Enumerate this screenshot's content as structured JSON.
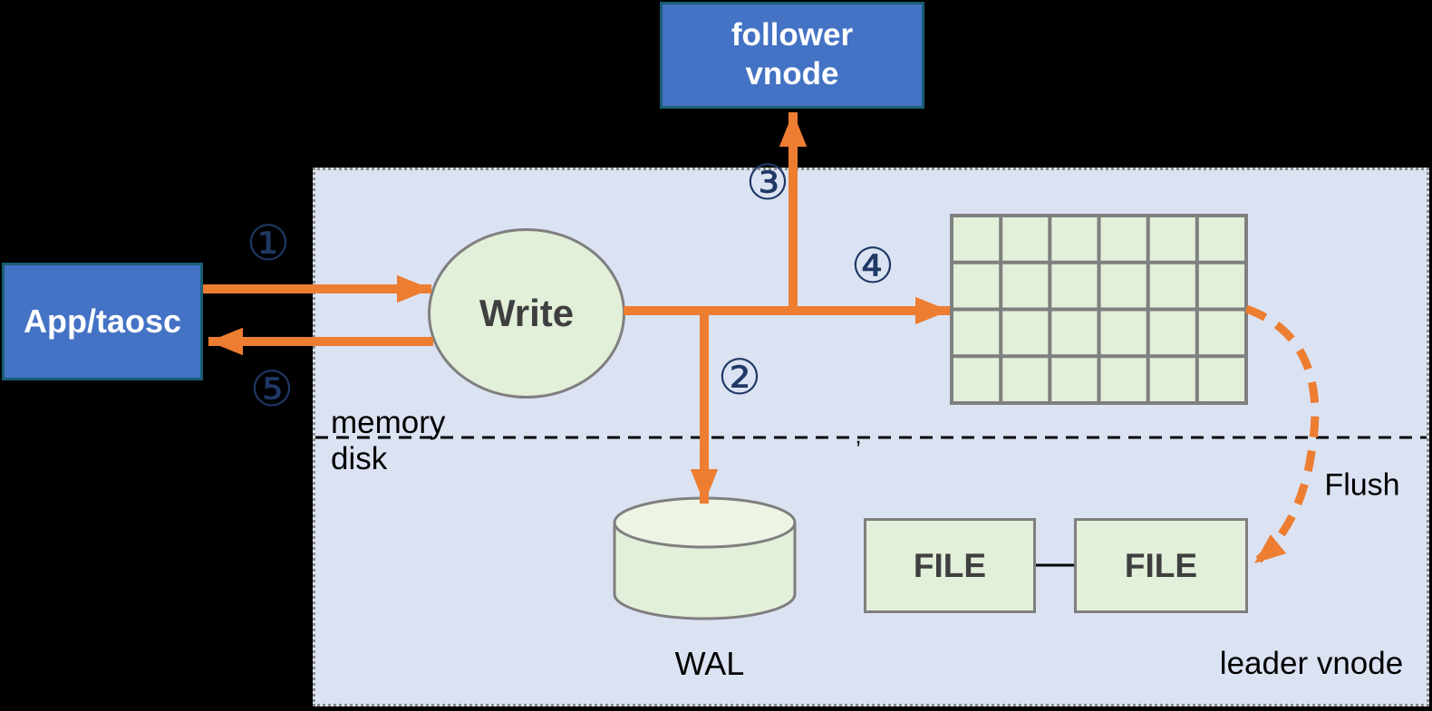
{
  "nodes": {
    "follower_vnode": {
      "label": "follower\nvnode"
    },
    "app": {
      "label": "App/taosc"
    },
    "write": {
      "label": "Write"
    },
    "wal": {
      "label": "WAL"
    },
    "file_left": {
      "label": "FILE"
    },
    "file_right": {
      "label": "FILE"
    },
    "leader_vnode": {
      "label": "leader vnode"
    }
  },
  "labels": {
    "memory": "memory",
    "disk": "disk",
    "flush": "Flush",
    "divider_mark": ","
  },
  "steps": {
    "step1": "①",
    "step2": "②",
    "step3": "③",
    "step4": "④",
    "step5": "⑤"
  },
  "memtable": {
    "rows": 4,
    "cols": 6
  },
  "colors": {
    "background": "#000000",
    "panel_fill": "#dbe3f3",
    "blue_node_fill": "#4472c4",
    "blue_node_border": "#1a5e74",
    "green_fill": "#e2efd9",
    "green_border": "#7f7f7f",
    "arrow_orange": "#ed7d31",
    "step_number_navy": "#1f3864",
    "dark_text": "#3f3f3f"
  }
}
